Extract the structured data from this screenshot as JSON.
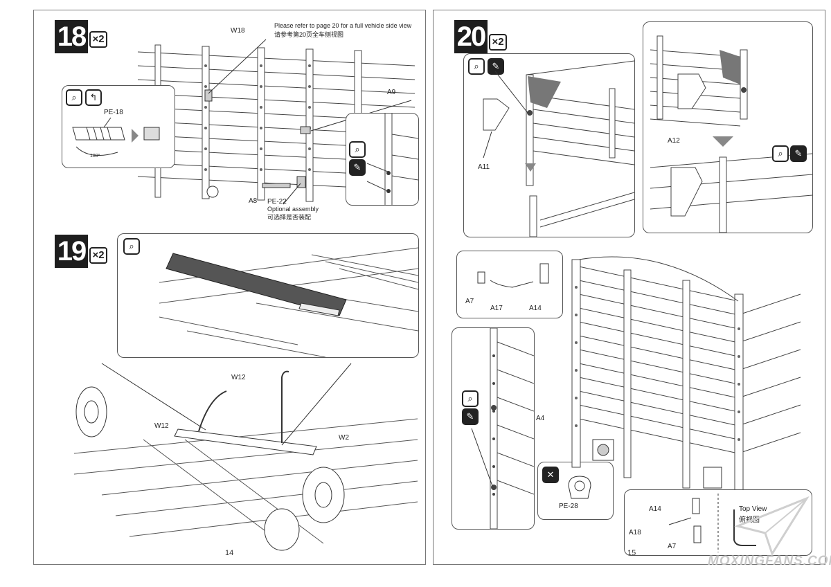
{
  "left_page": {
    "page_number": "14",
    "step18": {
      "number": "18",
      "quantity": "×2",
      "note_en": "Please refer to page 20 for a full vehicle side view",
      "note_cn": "请参考第20页全车侧视图",
      "labels": {
        "w18": "W18",
        "pe18": "PE-18",
        "a9": "A9",
        "a8": "A8",
        "pe22": "PE-22",
        "bend": "180°"
      },
      "optional_en": "Optional assembly",
      "optional_cn": "可选择是否装配",
      "icons": {
        "zoom": "magnifier-icon",
        "bend": "bend-icon",
        "glue": "glue-icon"
      }
    },
    "step19": {
      "number": "19",
      "quantity": "×2",
      "labels": {
        "w12a": "W12",
        "w12b": "W12",
        "w2": "W2"
      },
      "icons": {
        "zoom": "magnifier-icon"
      }
    }
  },
  "right_page": {
    "page_number": "15",
    "step20": {
      "number": "20",
      "quantity": "×2",
      "labels": {
        "a11": "A11",
        "a12": "A12",
        "a7": "A7",
        "a17": "A17",
        "a14": "A14",
        "a4": "A4",
        "pe28": "PE-28",
        "a14b": "A14",
        "a18": "A18",
        "a7b": "A7"
      },
      "top_view_en": "Top View",
      "top_view_cn": "俯视图",
      "icons": {
        "zoom": "magnifier-icon",
        "glue": "glue-icon",
        "remove": "cut-icon"
      }
    }
  },
  "watermark": "MOXINGFANS.COM"
}
